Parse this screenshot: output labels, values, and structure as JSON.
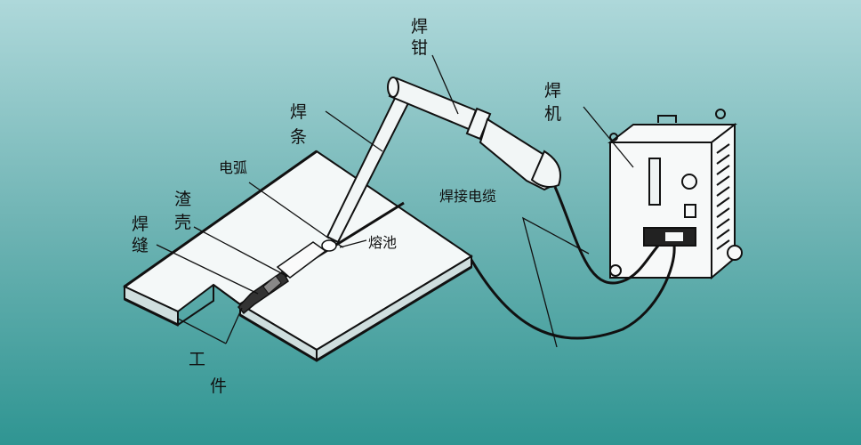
{
  "labels": {
    "welding_tongs": [
      "焊",
      "钳"
    ],
    "electrode": [
      "焊",
      "条"
    ],
    "arc": "电弧",
    "slag": [
      "渣",
      "壳"
    ],
    "weld_seam": [
      "焊",
      "缝"
    ],
    "molten_pool": "熔池",
    "cable": "焊接电缆",
    "welder": [
      "焊",
      "机"
    ],
    "workpiece": [
      "工",
      "件"
    ]
  },
  "colors": {
    "background_top": "#aed8da",
    "background_bottom": "#2f9592",
    "line": "#111111"
  }
}
